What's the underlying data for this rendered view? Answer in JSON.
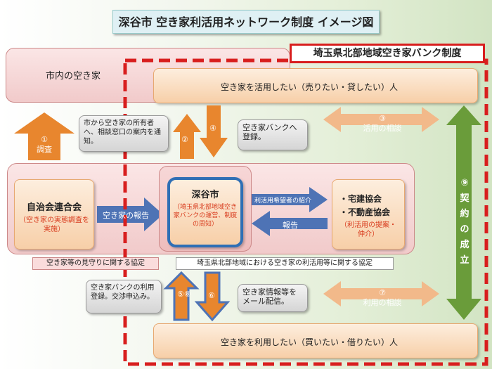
{
  "title": "深谷市 空き家利活用ネットワーク制度 イメージ図",
  "bank_system_label": "埼玉県北部地域空き家バンク制度",
  "city_vacant_houses": "市内の空き家",
  "sellers_box": "空き家を活用したい（売りたい・貸したい）人",
  "buyers_box": "空き家を利用したい（買いたい・借りたい）人",
  "survey": {
    "num": "①",
    "label": "調査"
  },
  "notify_note": "市から空き家の所有者へ、相談窓口の案内を通知。",
  "arrow2": "②",
  "arrow4": "④",
  "register_note": "空き家バンクへ登録。",
  "consult_use": {
    "num": "③",
    "label": "活用の相談"
  },
  "association": {
    "title": "自治会連合会",
    "sub": "（空き家の実態調査を実施）"
  },
  "report_vacant": "空き家の報告",
  "city": {
    "title": "深谷市",
    "sub": "（埼玉県北部地域空き家バンクの運営、制度の周知）"
  },
  "introduce": "利活用希望者の紹介",
  "report": "報告",
  "realtors": {
    "line1": "・宅建協会",
    "line2": "・不動産協会",
    "sub": "（利活用の提案・仲介）"
  },
  "agreement1": "空き家等の見守りに関する協定",
  "agreement2": "埼玉県北部地域における空き家の利活用等に関する協定",
  "user_register_note": "空き家バンクの利用登録。交渉申込み。",
  "arrow58": "⑤⑧",
  "arrow6": "⑥",
  "mail_note": "空き家情報等をメール配信。",
  "consult_usage": {
    "num": "⑦",
    "label": "利用の相談"
  },
  "contract": {
    "num": "⑨",
    "chars": [
      "契",
      "約",
      "の",
      "成",
      "立"
    ]
  },
  "colors": {
    "orange": "#e8862e",
    "blue": "#4e73b5",
    "green": "#6a9c3a",
    "red_dash": "#d81e1e"
  }
}
